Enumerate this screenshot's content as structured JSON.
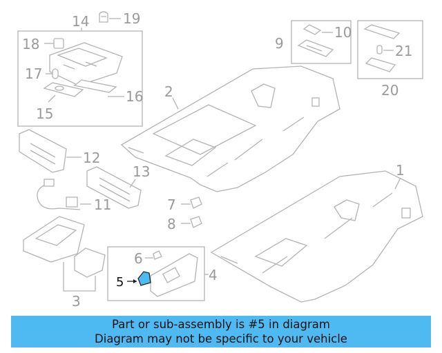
{
  "diagram": {
    "callouts": [
      "1",
      "2",
      "3",
      "4",
      "5",
      "6",
      "7",
      "8",
      "9",
      "10",
      "11",
      "12",
      "13",
      "14",
      "15",
      "16",
      "17",
      "18",
      "19",
      "20",
      "21"
    ],
    "highlight_color": "#4fb9f2",
    "line_color": "#b3b3b3"
  },
  "banner": {
    "line1": "Part or sub-assembly is #5 in diagram",
    "line2": "Diagram may not be specific to your vehicle",
    "background": "#4fb9f2"
  }
}
